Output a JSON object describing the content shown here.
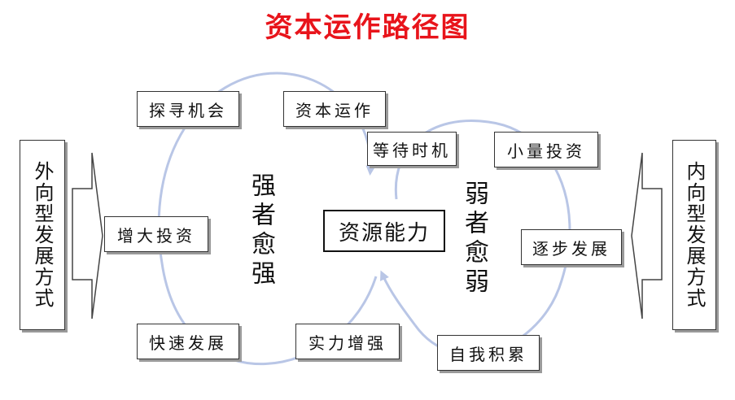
{
  "title": "资本运作路径图",
  "center": "资源能力",
  "left_label": "强者愈强",
  "right_label": "弱者愈弱",
  "outer_left": "外向型发展方式",
  "outer_right": "内向型发展方式",
  "strong_cycle": {
    "search": "探寻机会",
    "operate": "资本运作",
    "invest_more": "增大投资",
    "fast_growth": "快速发展",
    "strength_up": "实力增强"
  },
  "weak_cycle": {
    "wait": "等待时机",
    "small_invest": "小量投资",
    "gradual": "逐步发展",
    "accumulate": "自我积累"
  },
  "colors": {
    "title": "#e8141b",
    "cycle_line": "#b9c6e6",
    "box_border": "#333333"
  }
}
